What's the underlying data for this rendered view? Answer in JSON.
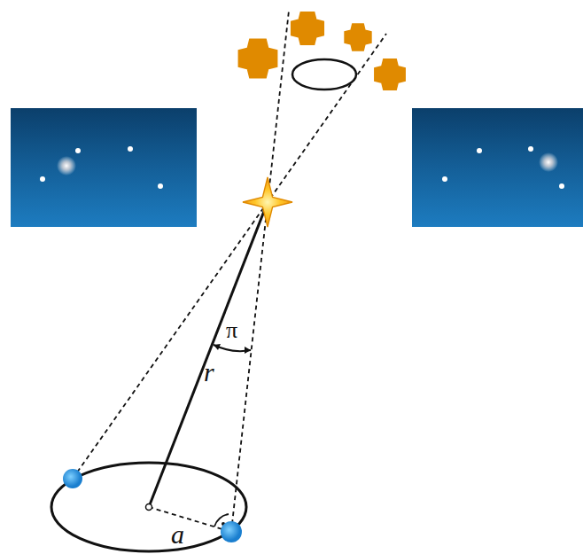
{
  "diagram": {
    "labels": [
      "π",
      "r",
      "a"
    ]
  }
}
